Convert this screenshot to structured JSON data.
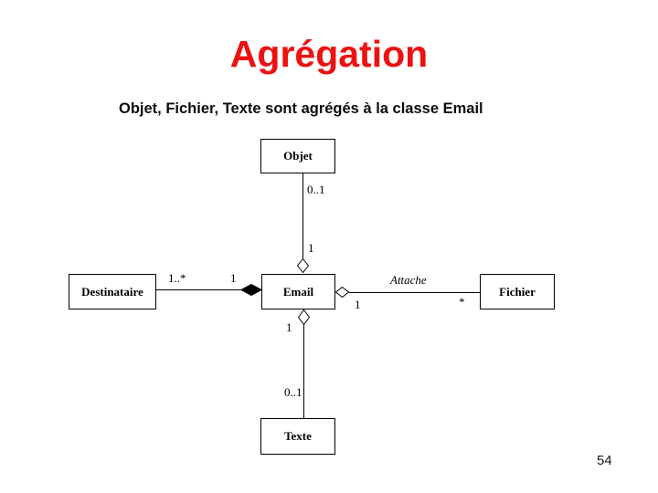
{
  "slide": {
    "title": "Agrégation",
    "subtitle": "Objet, Fichier, Texte sont agrégés à la classe Email",
    "page_number": "54",
    "title_color": "#ee1111",
    "background_color": "#ffffff"
  },
  "diagram": {
    "classes": {
      "objet": "Objet",
      "destinataire": "Destinataire",
      "email": "Email",
      "fichier": "Fichier",
      "texte": "Texte"
    },
    "associations": {
      "objet_email": {
        "diamond": "open",
        "diamond_at": "Email",
        "mult_objet": "0..1",
        "mult_email": "1"
      },
      "destinataire_email": {
        "diamond": "filled",
        "diamond_at": "Email",
        "mult_destinataire": "1..*",
        "mult_email": "1"
      },
      "email_fichier": {
        "name": "Attache",
        "diamond": "open",
        "diamond_at": "Email",
        "mult_email": "1",
        "mult_fichier": "*"
      },
      "email_texte": {
        "diamond": "open",
        "diamond_at": "Email",
        "mult_email": "1",
        "mult_texte": "0..1"
      }
    }
  }
}
